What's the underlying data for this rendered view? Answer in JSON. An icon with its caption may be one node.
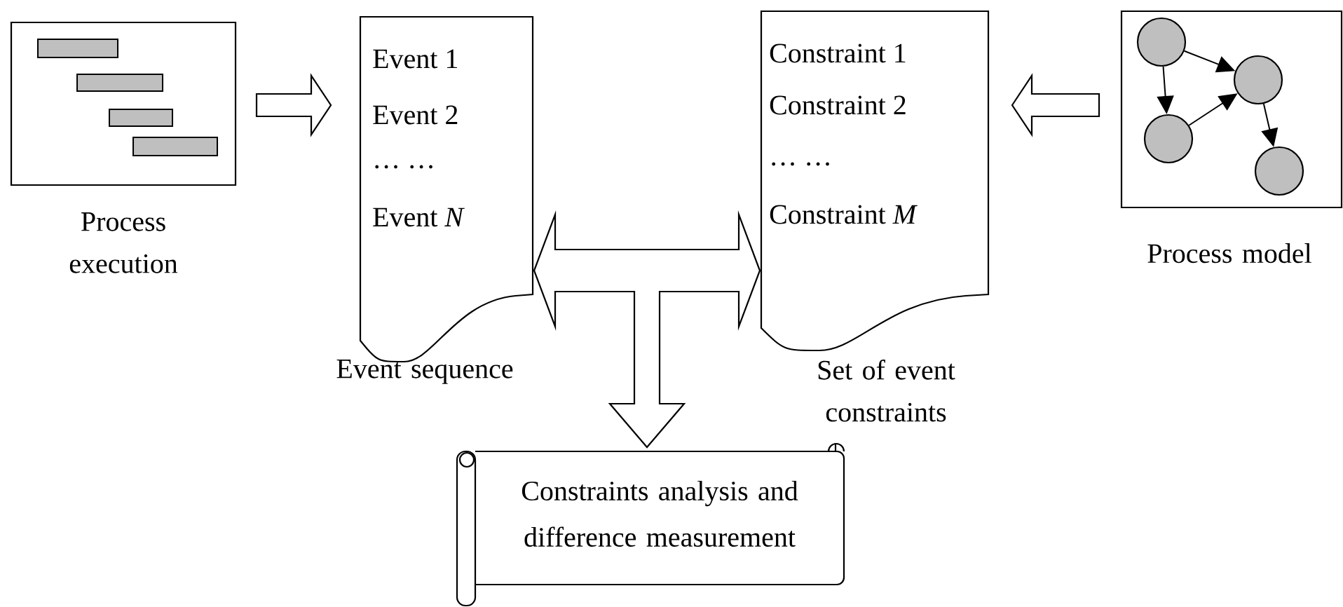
{
  "diagram": {
    "nodes": [
      {
        "text": [],
        "shape": "box",
        "beside": [
          "Process execution"
        ]
      },
      {
        "text": [
          "Event 1",
          "Event 2",
          "… …",
          "Event *N*"
        ],
        "beside": [
          "Event sequence"
        ]
      },
      {
        "text": [
          "Constraint 1",
          "Constraint 2",
          "… …",
          "Constraint *M*"
        ],
        "beside": [
          "Set of event constraints"
        ]
      },
      {
        "text": [],
        "shape": "box",
        "beside": [
          "Process model"
        ]
      },
      {
        "text": [],
        "shape": "circle",
        "in": 3
      },
      {
        "text": [],
        "shape": "circle",
        "in": 3
      },
      {
        "text": [],
        "shape": "circle",
        "in": 3
      },
      {
        "text": [],
        "shape": "circle",
        "in": 3
      },
      {
        "text": [
          "Constraints analysis and difference measurement"
        ]
      }
    ],
    "edges": [
      {
        "from": 0,
        "to": 1,
        "arrow": "to"
      },
      {
        "from": 3,
        "to": 2,
        "arrow": "to"
      },
      {
        "from": 1,
        "to": 2,
        "arrow": "both"
      },
      {
        "from": 1,
        "to": 8,
        "arrow": "to"
      },
      {
        "from": 2,
        "to": 8,
        "arrow": "to"
      },
      {
        "from": 4,
        "to": 5,
        "arrow": "to"
      },
      {
        "from": 4,
        "to": 6,
        "arrow": "to"
      },
      {
        "from": 6,
        "to": 5,
        "arrow": "to"
      },
      {
        "from": 5,
        "to": 7,
        "arrow": "to"
      }
    ]
  }
}
